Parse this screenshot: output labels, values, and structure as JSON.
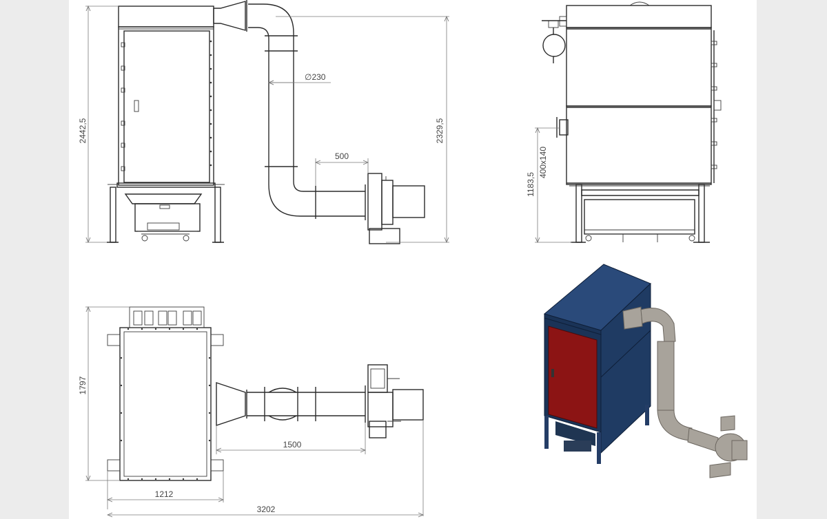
{
  "colors": {
    "line": "#2a2a2a",
    "dimension": "#7a7a7a",
    "housing_blue": "#1f3b63",
    "door_red": "#8c1414",
    "duct_grey": "#a8a39b",
    "frame_blue": "#243d66"
  },
  "front_view": {
    "dim_overall_height": "2442,5",
    "dim_outlet_height": "2329,5",
    "dim_duct_diameter": "∅230",
    "dim_fan_offset": "500"
  },
  "side_view": {
    "dim_inlet_height": "1183,5",
    "dim_inlet_size": "400x140"
  },
  "top_view": {
    "dim_depth": "1797",
    "dim_duct_length": "1500",
    "dim_housing_width": "1212",
    "dim_total_width": "3202"
  }
}
